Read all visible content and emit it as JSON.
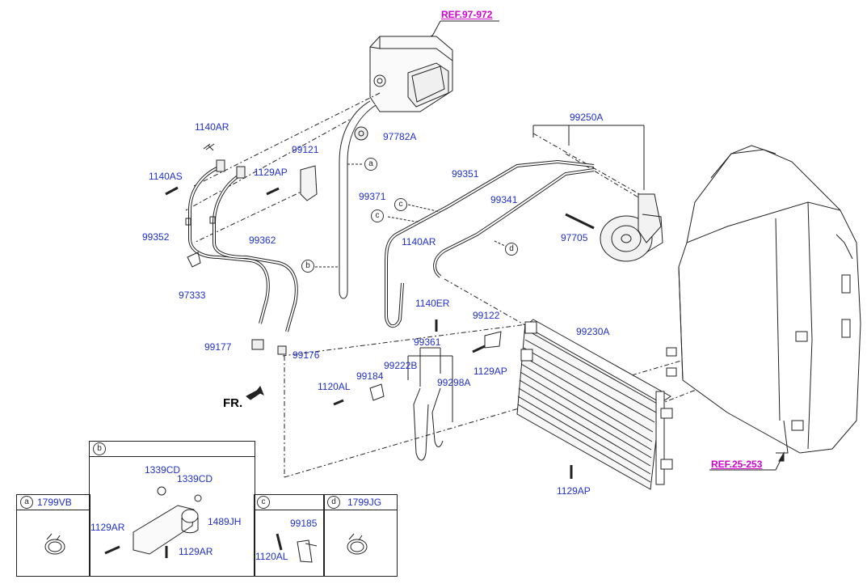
{
  "refs": {
    "top": "REF.97-972",
    "bottom": "REF.25-253"
  },
  "direction": "FR.",
  "parts": {
    "p1140AR_top": "1140AR",
    "p1140AS": "1140AS",
    "p99121": "99121",
    "p1129AP_a": "1129AP",
    "p97782A": "97782A",
    "p99371": "99371",
    "p99352": "99352",
    "p99362": "99362",
    "p97333": "97333",
    "p99177": "99177",
    "p99176": "99176",
    "p99250A": "99250A",
    "p99351": "99351",
    "p99341": "99341",
    "p97705": "97705",
    "p1140AR_mid": "1140AR",
    "p1140ER": "1140ER",
    "p99122": "99122",
    "p99230A": "99230A",
    "p99361": "99361",
    "p99222B": "99222B",
    "p99184": "99184",
    "p99298A": "99298A",
    "p1129AP_b": "1129AP",
    "p1120AL": "1120AL",
    "p1129AP_c": "1129AP"
  },
  "callouts": {
    "a": "a",
    "b": "b",
    "c": "c",
    "d": "d"
  },
  "detail_boxes": {
    "a": {
      "letter": "a",
      "part": "1799VB"
    },
    "b": {
      "letter": "b",
      "parts": [
        "1339CD",
        "1339CD",
        "1489JH",
        "1129AR",
        "1129AR"
      ]
    },
    "c": {
      "letter": "c",
      "parts": [
        "99185",
        "1120AL"
      ]
    },
    "d": {
      "letter": "d",
      "part": "1799JG"
    }
  },
  "colors": {
    "label": "#1f2fcf",
    "ref": "#d000d0",
    "line": "#222222"
  }
}
